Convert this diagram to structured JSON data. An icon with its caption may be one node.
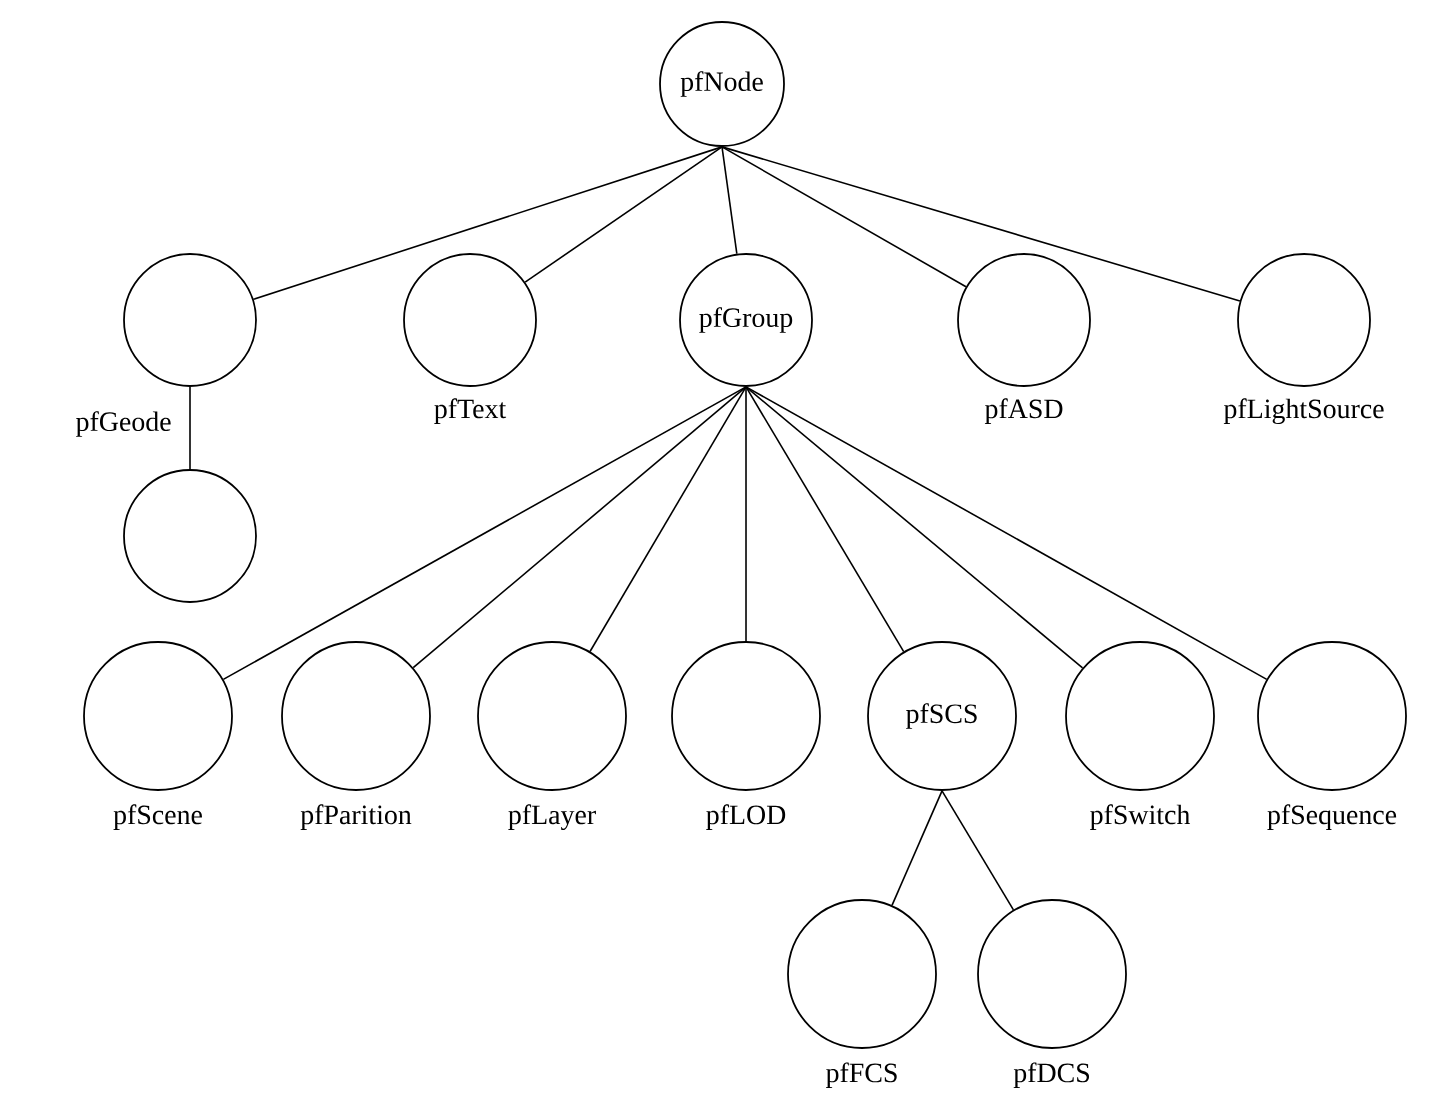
{
  "diagram": {
    "nodes": [
      {
        "text": [
          "pfNode"
        ]
      },
      {
        "text": [],
        "shape": "circle",
        "beside": [
          "pfGeode"
        ]
      },
      {
        "text": [],
        "shape": "circle",
        "beside": [
          "pfText"
        ]
      },
      {
        "text": [
          "pfGroup"
        ]
      },
      {
        "text": [],
        "shape": "circle",
        "beside": [
          "pfASD"
        ]
      },
      {
        "text": [],
        "shape": "circle",
        "beside": [
          "pfLightSource"
        ]
      },
      {
        "text": [],
        "shape": "circle"
      },
      {
        "text": [],
        "shape": "circle",
        "beside": [
          "pfScene"
        ]
      },
      {
        "text": [],
        "shape": "circle",
        "beside": [
          "pfParition"
        ]
      },
      {
        "text": [],
        "shape": "circle",
        "beside": [
          "pfLayer"
        ]
      },
      {
        "text": [],
        "shape": "circle",
        "beside": [
          "pfLOD"
        ]
      },
      {
        "text": [
          "pfSCS"
        ]
      },
      {
        "text": [],
        "shape": "circle",
        "beside": [
          "pfSwitch"
        ]
      },
      {
        "text": [],
        "shape": "circle",
        "beside": [
          "pfSequence"
        ]
      },
      {
        "text": [],
        "shape": "circle",
        "beside": [
          "pfFCS"
        ]
      },
      {
        "text": [],
        "shape": "circle",
        "beside": [
          "pfDCS"
        ]
      }
    ],
    "edges": [
      {
        "from": 0,
        "to": 1,
        "arrow": "none"
      },
      {
        "from": 0,
        "to": 2,
        "arrow": "none"
      },
      {
        "from": 0,
        "to": 3,
        "arrow": "none"
      },
      {
        "from": 0,
        "to": 4,
        "arrow": "none"
      },
      {
        "from": 0,
        "to": 5,
        "arrow": "none"
      },
      {
        "from": 1,
        "to": 6,
        "arrow": "none"
      },
      {
        "from": 3,
        "to": 7,
        "arrow": "none"
      },
      {
        "from": 3,
        "to": 8,
        "arrow": "none"
      },
      {
        "from": 3,
        "to": 9,
        "arrow": "none"
      },
      {
        "from": 3,
        "to": 10,
        "arrow": "none"
      },
      {
        "from": 3,
        "to": 11,
        "arrow": "none"
      },
      {
        "from": 3,
        "to": 12,
        "arrow": "none"
      },
      {
        "from": 3,
        "to": 13,
        "arrow": "none"
      },
      {
        "from": 11,
        "to": 14,
        "arrow": "none"
      },
      {
        "from": 11,
        "to": 15,
        "arrow": "none"
      }
    ]
  }
}
